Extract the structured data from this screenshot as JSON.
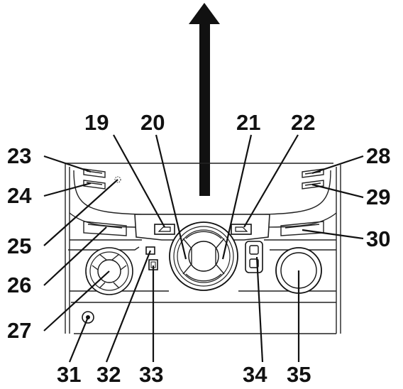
{
  "diagram": {
    "callouts": [
      {
        "id": "19",
        "part": "button-19"
      },
      {
        "id": "20",
        "part": "knob-center-left"
      },
      {
        "id": "21",
        "part": "knob-center-right"
      },
      {
        "id": "22",
        "part": "button-22"
      },
      {
        "id": "23",
        "part": "slot-left-top"
      },
      {
        "id": "24",
        "part": "slot-left-bottom"
      },
      {
        "id": "25",
        "part": "indicator-sensor"
      },
      {
        "id": "26",
        "part": "vent-left"
      },
      {
        "id": "27",
        "part": "dial-left"
      },
      {
        "id": "28",
        "part": "slot-right-top"
      },
      {
        "id": "29",
        "part": "slot-right-bottom"
      },
      {
        "id": "30",
        "part": "vent-right"
      },
      {
        "id": "31",
        "part": "jack"
      },
      {
        "id": "32",
        "part": "button-small-top"
      },
      {
        "id": "33",
        "part": "button-small-bottom"
      },
      {
        "id": "34",
        "part": "button-pair-right"
      },
      {
        "id": "35",
        "part": "dial-right"
      }
    ],
    "arrow_icon": "up-arrow-icon",
    "colors": {
      "line": "#111111",
      "fill": "#ffffff",
      "arrow": "#111111"
    }
  }
}
